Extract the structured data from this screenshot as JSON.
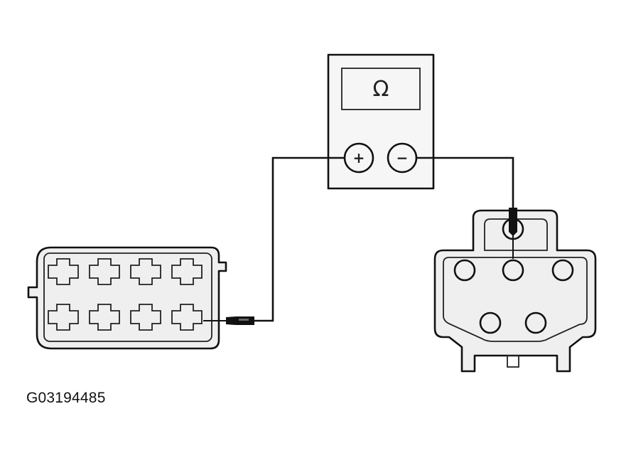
{
  "meter": {
    "display_symbol": "Ω",
    "positive_terminal": "+",
    "negative_terminal": "−"
  },
  "figure_id": "G03194485",
  "colors": {
    "ink": "#111111",
    "background": "#ffffff",
    "shading": "#efefef"
  },
  "components": {
    "left_connector": {
      "cavities": 8
    },
    "right_connector": {
      "pins": 6
    }
  }
}
